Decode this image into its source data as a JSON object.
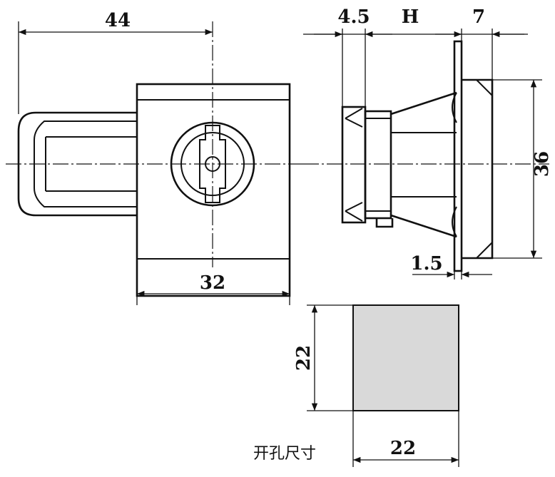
{
  "dimensions": {
    "width_overall": "44",
    "body_width": "32",
    "flange_thickness": "4.5",
    "height_variable": "H",
    "rear_depth": "7",
    "rear_height": "36",
    "plate_thickness": "1.5",
    "cutout_height": "22",
    "cutout_width": "22"
  },
  "caption": "开孔尺寸",
  "colors": {
    "line": "#111111",
    "cutout_fill": "#d9d9d9",
    "background": "#ffffff"
  }
}
